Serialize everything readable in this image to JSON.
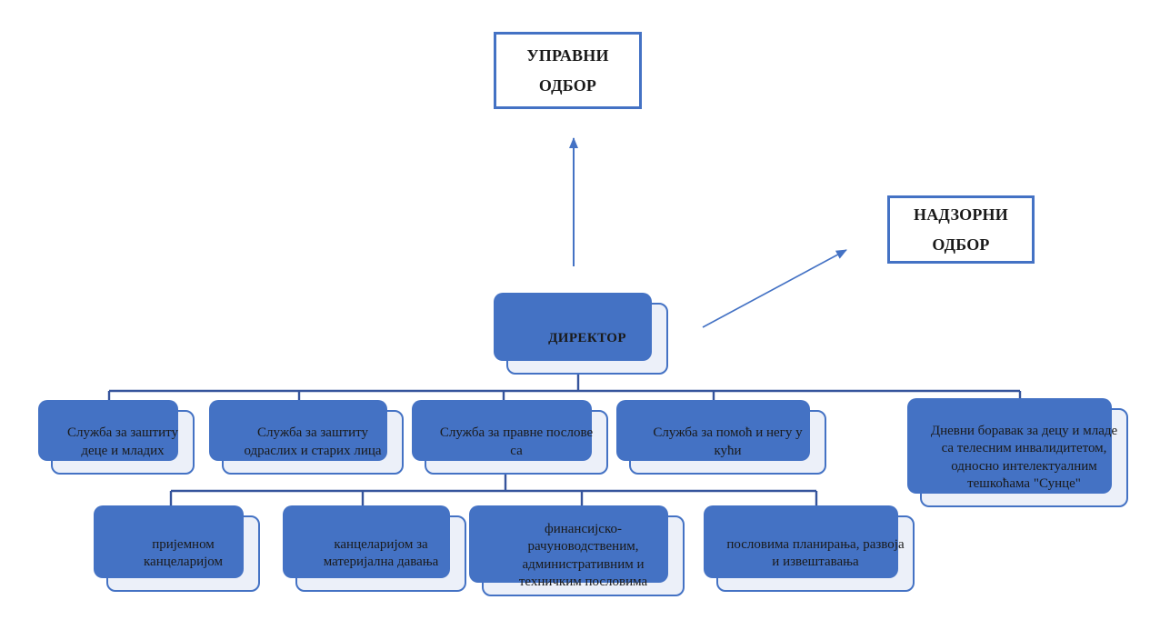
{
  "colors": {
    "accent": "#4472C4",
    "connector": "#35549C",
    "card_fill": "#ECF0F9",
    "text": "#1A1A1A"
  },
  "org_chart": {
    "boards": {
      "management": "УПРАВНИ ОДБОР",
      "supervisory": "НАДЗОРНИ ОДБОР"
    },
    "director": {
      "label": "ДИРЕКТОР"
    },
    "services": [
      {
        "label": "Служба за заштиту деце и младих"
      },
      {
        "label": "Служба за заштиту одраслих и старих лица"
      },
      {
        "label": "Служба за правне послове са"
      },
      {
        "label": "Служба за помоћ и негу у кући"
      },
      {
        "label": "Дневни боравак за децу и младе са телесним инвалидитетом, односно интелектуалним тешкоћама \"Сунце\""
      }
    ],
    "legal_sub_offices": [
      {
        "label": "пријемном канцеларијом"
      },
      {
        "label": "канцеларијом за материјална давања"
      },
      {
        "label": "финансијско-рачуноводственим, административним и техничким пословима"
      },
      {
        "label": "пословима планирања, развоја и извештавања"
      }
    ]
  }
}
